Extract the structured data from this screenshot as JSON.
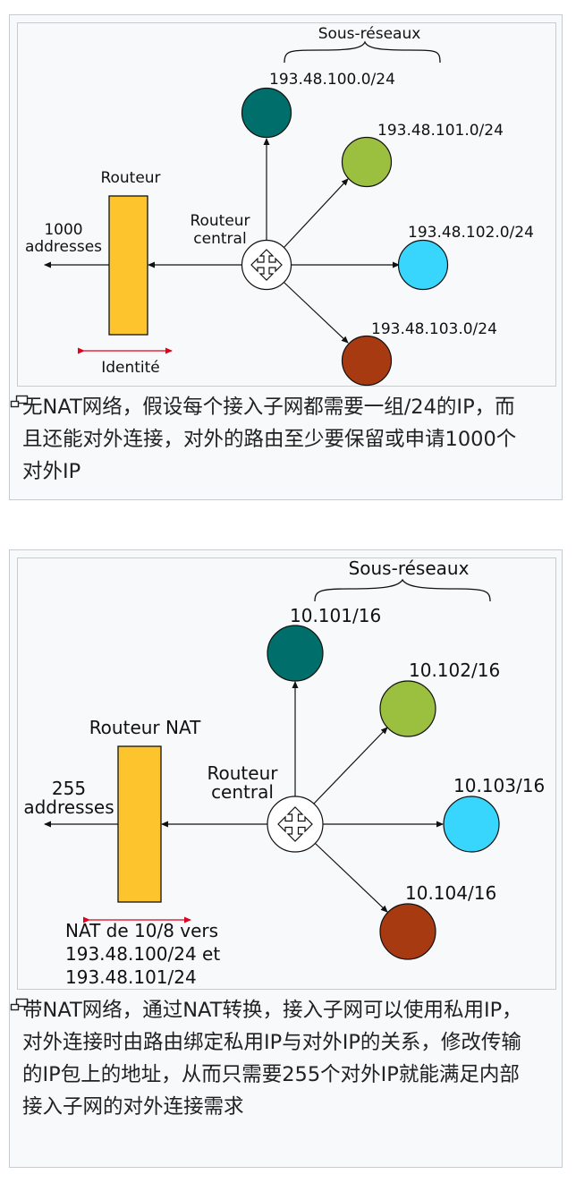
{
  "figures": [
    {
      "subnets_title": "Sous-réseaux",
      "subnets": [
        "193.48.100.0/24",
        "193.48.101.0/24",
        "193.48.102.0/24",
        "193.48.103.0/24"
      ],
      "central_router_label": [
        "Routeur",
        "central"
      ],
      "router_label": "Routeur",
      "external_label": [
        "1000",
        "addresses"
      ],
      "bottom_label": [
        "Identité"
      ],
      "caption": "无NAT网络，假设每个接入子网都需要一组/24的IP，而且还能对外连接，对外的路由至少要保留或申请1000个对外IP"
    },
    {
      "subnets_title": "Sous-réseaux",
      "subnets": [
        "10.101/16",
        "10.102/16",
        "10.103/16",
        "10.104/16"
      ],
      "central_router_label": [
        "Routeur",
        "central"
      ],
      "router_label": "Routeur NAT",
      "external_label": [
        "255",
        "addresses"
      ],
      "bottom_label": [
        "NAT de 10/8 vers",
        "193.48.100/24 et",
        "193.48.101/24"
      ],
      "caption": "带NAT网络，通过NAT转换，接入子网可以使用私用IP，对外连接时由路由绑定私用IP与对外IP的关系，修改传输的IP包上的地址，从而只需要255个对外IP就能满足内部接入子网的对外连接需求"
    }
  ],
  "colors": {
    "teal": "#006f6b",
    "green": "#9bbf3f",
    "cyan": "#38d6fd",
    "rust": "#a83a12",
    "router": "#fec42e",
    "arrow": "#111111",
    "red_arrow": "#e3001b"
  },
  "icons": {
    "magnify": "enlarge-icon"
  }
}
